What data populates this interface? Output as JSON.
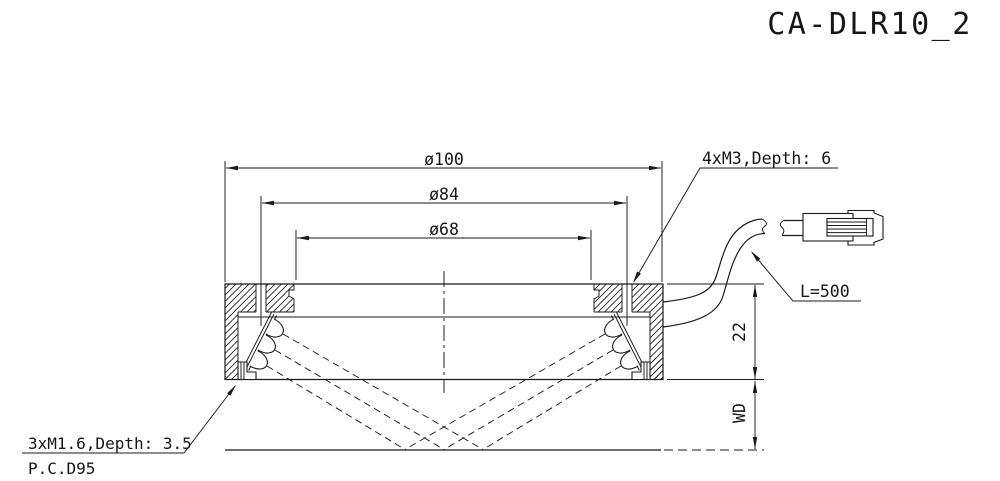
{
  "drawing": {
    "title": "CA-DLR10_2",
    "colors": {
      "background": "#ffffff",
      "line": "#1a1a1a"
    },
    "dimensions": {
      "outer_diameter": "ø100",
      "mount_circle_diameter": "ø84",
      "inner_diameter": "ø68",
      "body_height": "22",
      "working_distance": "WD",
      "cable_length": "L=500"
    },
    "notes": {
      "top_mount_holes": "4xM3,Depth: 6",
      "bottom_mount_holes": "3xM1.6,Depth: 3.5",
      "pitch_circle": "P.C.D95"
    }
  }
}
